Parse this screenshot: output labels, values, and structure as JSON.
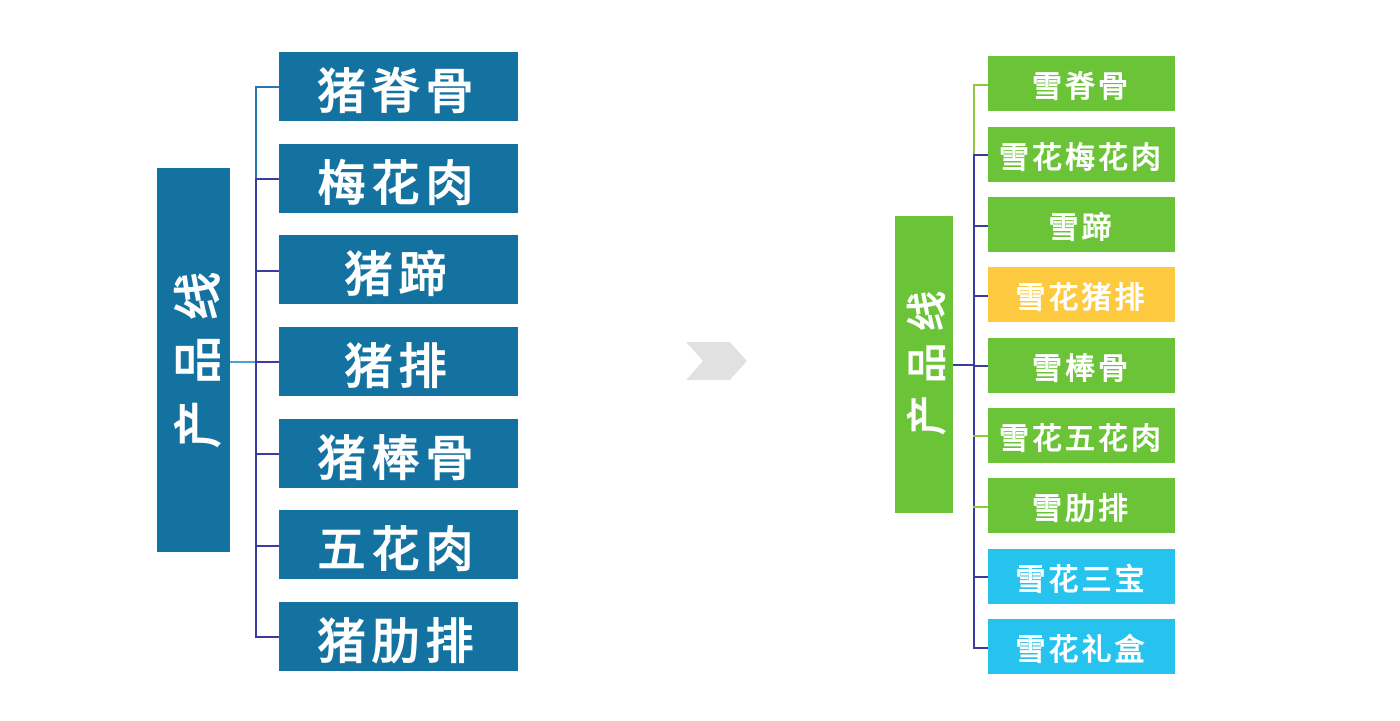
{
  "colors": {
    "item_blue": "#1472A1",
    "item_green": "#6BC437",
    "item_yellow": "#FDC93E",
    "item_cyan": "#27C3EF",
    "connector_indigo": "#3B3AA0",
    "connector_green": "#8FCA3E",
    "connector_steel_blue": "#2577B5",
    "connector_light_blue": "#4FA0D4",
    "arrow_gray": "#E1E1E1",
    "label_text": "#FFFFFF"
  },
  "before": {
    "root_label": "产品线",
    "items": [
      {
        "label": "猪脊骨",
        "variant": "blue"
      },
      {
        "label": "梅花肉",
        "variant": "blue"
      },
      {
        "label": "猪蹄",
        "variant": "blue"
      },
      {
        "label": "猪排",
        "variant": "blue"
      },
      {
        "label": "猪棒骨",
        "variant": "blue"
      },
      {
        "label": "五花肉",
        "variant": "blue"
      },
      {
        "label": "猪肋排",
        "variant": "blue"
      }
    ]
  },
  "after": {
    "root_label": "产品线",
    "items": [
      {
        "label": "雪脊骨",
        "variant": "green"
      },
      {
        "label": "雪花梅花肉",
        "variant": "green"
      },
      {
        "label": "雪蹄",
        "variant": "green"
      },
      {
        "label": "雪花猪排",
        "variant": "yellow"
      },
      {
        "label": "雪棒骨",
        "variant": "green"
      },
      {
        "label": "雪花五花肉",
        "variant": "green"
      },
      {
        "label": "雪肋排",
        "variant": "green"
      },
      {
        "label": "雪花三宝",
        "variant": "cyan"
      },
      {
        "label": "雪花礼盒",
        "variant": "cyan"
      }
    ]
  },
  "arrow": {
    "icon": "chevron-right-icon"
  }
}
